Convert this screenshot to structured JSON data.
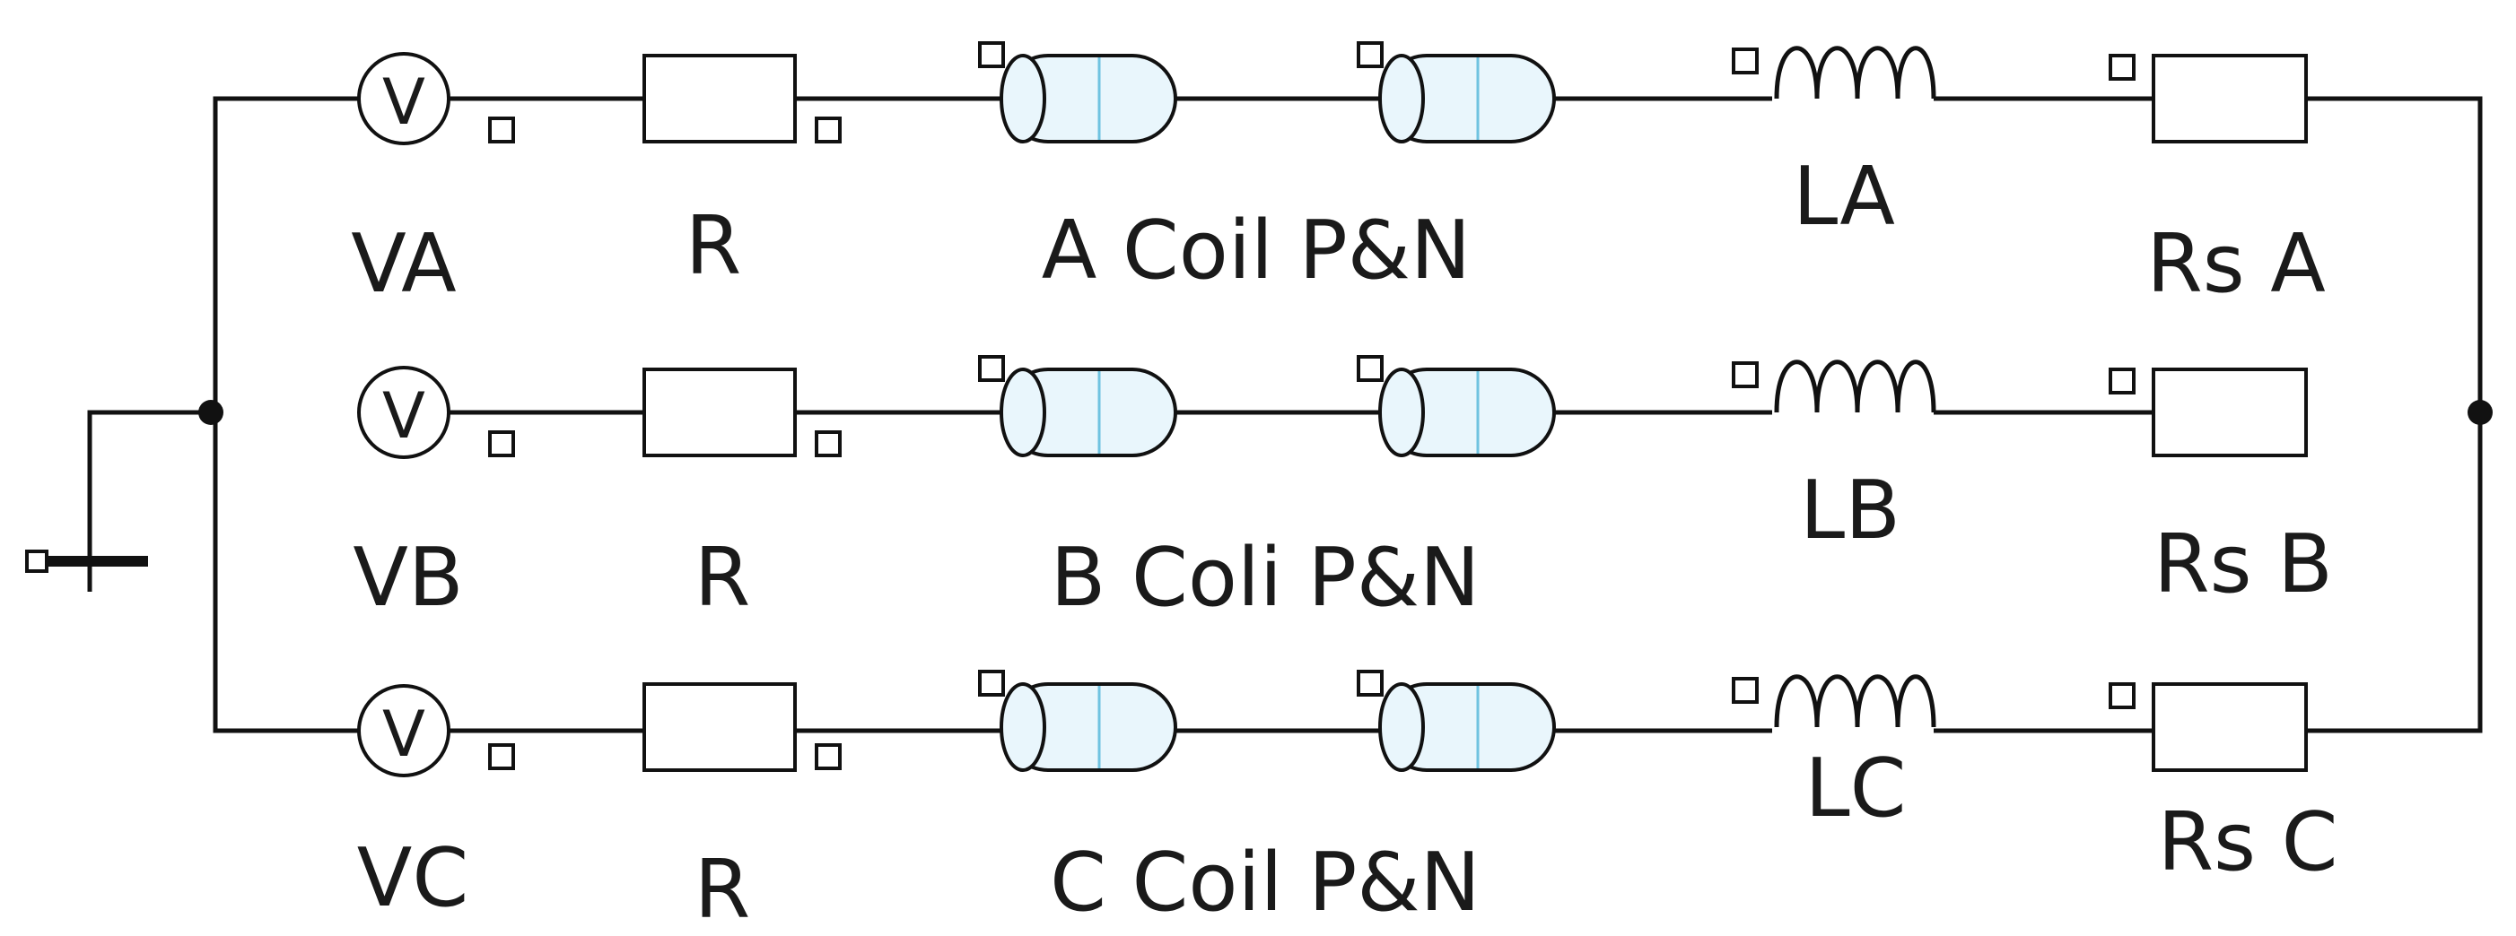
{
  "colors": {
    "wire": "#111111",
    "coil_accent": "#6fc3e0",
    "background": "#ffffff"
  },
  "ground": {
    "icon": "ground-icon"
  },
  "phases": [
    {
      "id": "a",
      "source": {
        "label": "VA",
        "icon": "voltmeter-icon"
      },
      "resistor": {
        "label": "R"
      },
      "coil": {
        "label": "A  Coil  P&N"
      },
      "inductor": {
        "label": "LA"
      },
      "sense_resistor": {
        "label": "Rs  A"
      }
    },
    {
      "id": "b",
      "source": {
        "label": "VB",
        "icon": "voltmeter-icon"
      },
      "resistor": {
        "label": "R"
      },
      "coil": {
        "label": "B  Coli  P&N"
      },
      "inductor": {
        "label": "LB"
      },
      "sense_resistor": {
        "label": "Rs  B"
      }
    },
    {
      "id": "c",
      "source": {
        "label": "VC",
        "icon": "voltmeter-icon"
      },
      "resistor": {
        "label": "R"
      },
      "coil": {
        "label": "C  Coil  P&N"
      },
      "inductor": {
        "label": "LC"
      },
      "sense_resistor": {
        "label": "Rs  C"
      }
    }
  ]
}
